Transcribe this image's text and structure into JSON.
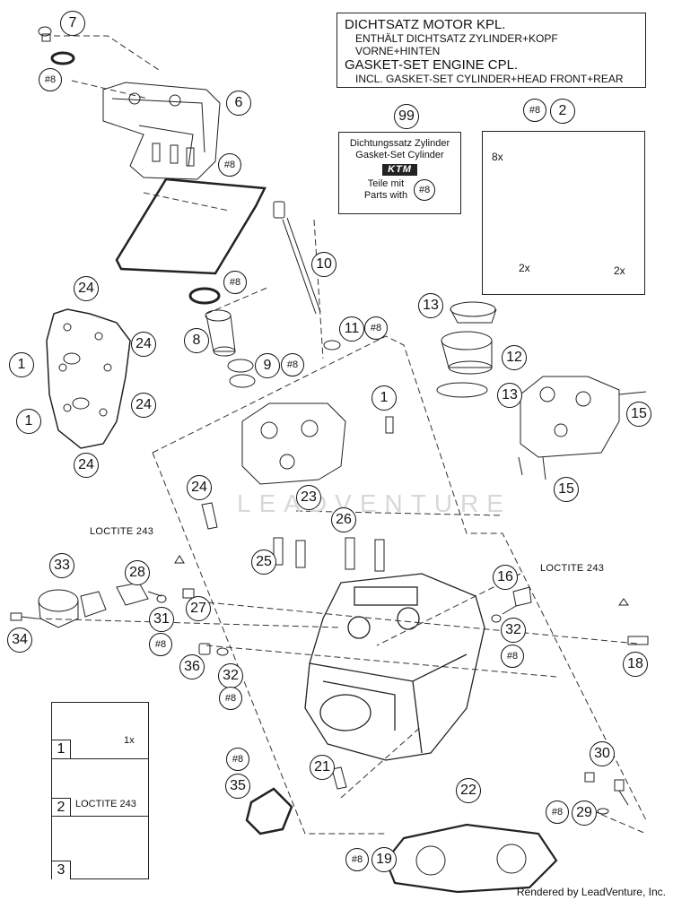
{
  "header": {
    "line1": "DICHTSATZ MOTOR KPL.",
    "line2": "ENTHÄLT DICHTSATZ ZYLINDER+KOPF VORNE+HINTEN",
    "line3": "GASKET-SET ENGINE CPL.",
    "line4": "INCL. GASKET-SET CYLINDER+HEAD FRONT+REAR"
  },
  "gasket_kit": {
    "line1": "Dichtungssatz Zylinder",
    "line2": "Gasket-Set Cylinder",
    "logo": "KTM",
    "line3": "Teile mit",
    "line4": "Parts with",
    "marker": "#8"
  },
  "kit_box": {
    "qty_top": "8x",
    "qty_frame": "2x",
    "qty_ring": "2x"
  },
  "loctite": {
    "left": "LOCTITE 243",
    "right": "LOCTITE 243"
  },
  "steps": [
    {
      "num": "1",
      "text": "1x"
    },
    {
      "num": "2",
      "text": "LOCTITE 243"
    },
    {
      "num": "3",
      "text": ""
    }
  ],
  "watermark": "LEADVENTURE",
  "footer": "Rendered by LeadVenture, Inc.",
  "callouts": {
    "c7": "7",
    "c6": "6",
    "c99": "99",
    "c2": "2",
    "c10": "10",
    "c24a": "24",
    "c24b": "24",
    "c24c": "24",
    "c24d": "24",
    "c24e": "24",
    "c1a": "1",
    "c1b": "1",
    "c1c": "1",
    "c8": "8",
    "c9": "9",
    "c11": "11",
    "c13a": "13",
    "c12": "12",
    "c13b": "13",
    "c15a": "15",
    "c15b": "15",
    "c23": "23",
    "c26": "26",
    "c25": "25",
    "c33": "33",
    "c28": "28",
    "c16": "16",
    "c27": "27",
    "c31": "31",
    "c32a": "32",
    "c34": "34",
    "c18": "18",
    "c36": "36",
    "c32b": "32",
    "c21": "21",
    "c22": "22",
    "c35": "35",
    "c30": "30",
    "c29": "29",
    "c19": "19"
  },
  "markers": "#8"
}
